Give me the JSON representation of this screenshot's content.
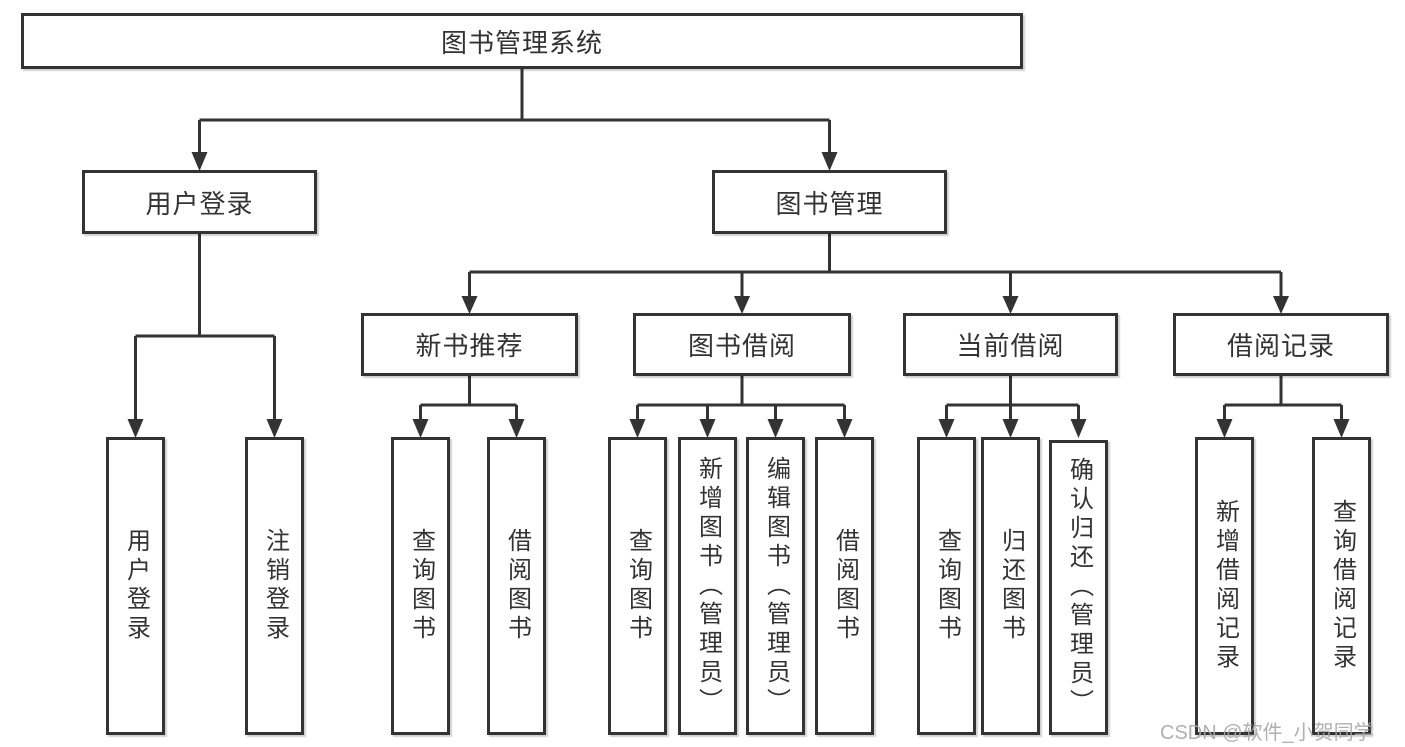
{
  "title": "图书管理系统",
  "tree": {
    "root": {
      "label": "图书管理系统"
    },
    "user_login": {
      "label": "用户登录",
      "children": [
        {
          "label": "用户登录"
        },
        {
          "label": "注销登录"
        }
      ]
    },
    "book_mgmt": {
      "label": "图书管理",
      "sections": [
        {
          "label": "新书推荐",
          "children": [
            {
              "label": "查询图书"
            },
            {
              "label": "借阅图书"
            }
          ]
        },
        {
          "label": "图书借阅",
          "children": [
            {
              "label": "查询图书"
            },
            {
              "label": "新增图书（管理员）"
            },
            {
              "label": "编辑图书（管理员）"
            },
            {
              "label": "借阅图书"
            }
          ]
        },
        {
          "label": "当前借阅",
          "children": [
            {
              "label": "查询图书"
            },
            {
              "label": "归还图书"
            },
            {
              "label": "确认归还（管理员）"
            }
          ]
        },
        {
          "label": "借阅记录",
          "children": [
            {
              "label": "新增借阅记录"
            },
            {
              "label": "查询借阅记录"
            }
          ]
        }
      ]
    }
  },
  "watermark": {
    "text": "CSDN @软件_小贺同学"
  },
  "colors": {
    "line": "#333333",
    "text": "#333333",
    "box_background": "#ffffff",
    "page_background": "#ffffff",
    "watermark": "#a8a8a8"
  }
}
